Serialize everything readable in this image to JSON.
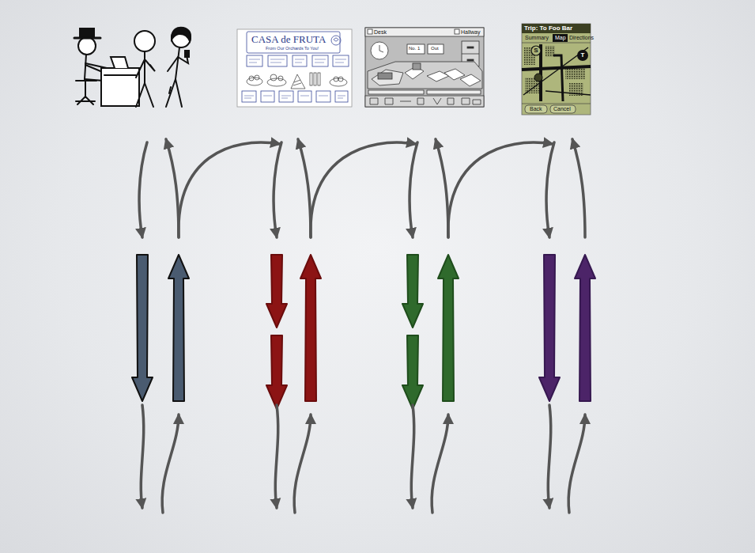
{
  "diagram": {
    "labels": [
      "CASA de FRUTA",
      "From Our Orchards To You!",
      "Desk",
      "Hallway",
      "No. 1",
      "Out",
      "Trip: To Foo Bar",
      "Summary",
      "Map",
      "Directions",
      "S",
      "T",
      "Back",
      "Cancel"
    ]
  }
}
